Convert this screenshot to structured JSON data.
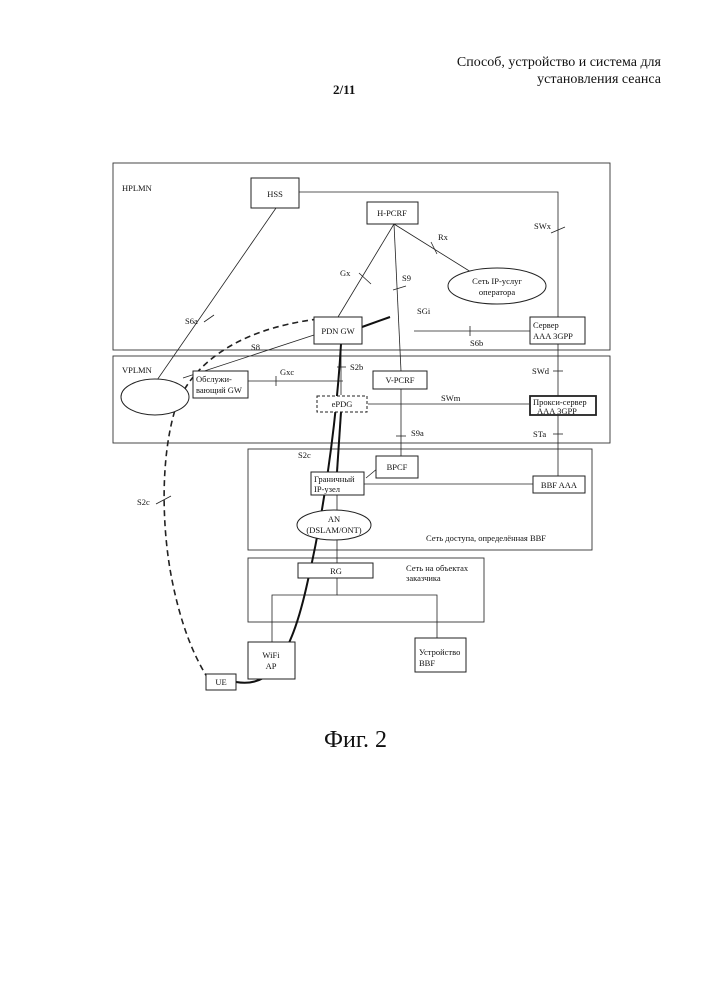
{
  "header": {
    "title_line1": "Способ, устройство и система для",
    "title_line2": "установления сеанса",
    "page": "2/11"
  },
  "diagram": {
    "regions": {
      "hplmn": "HPLMN",
      "vplmn": "VPLMN",
      "access": "Сеть доступа, определённая BBF",
      "customer_line1": "Сеть на объектах",
      "customer_line2": "заказчика"
    },
    "nodes": {
      "hss": "HSS",
      "h_pcrf": "H-PCRF",
      "ip_services_line1": "Сеть IP-услуг",
      "ip_services_line2": "оператора",
      "pdn_gw": "PDN GW",
      "aaa_server_line1": "Сервер",
      "aaa_server_line2": "AAA 3GPP",
      "serving_gw_line1": "Обслужи-",
      "serving_gw_line2": "вающий GW",
      "v_pcrf": "V-PCRF",
      "epdg": "ePDG",
      "aaa_proxy_line1": "Прокси-сервер",
      "aaa_proxy_line2": "AAA 3GPP",
      "bpcf": "BPCF",
      "border_ip_line1": "Граничный",
      "border_ip_line2": "IP-узел",
      "bbf_aaa": "BBF AAA",
      "an_line1": "AN",
      "an_line2": "(DSLAM/ONT)",
      "rg": "RG",
      "wifi_line1": "WiFi",
      "wifi_line2": "AP",
      "bbf_device_line1": "Устройство",
      "bbf_device_line2": "BBF",
      "ue": "UE"
    },
    "interfaces": {
      "swx": "SWx",
      "rx": "Rx",
      "gx": "Gx",
      "s9": "S9",
      "sgi": "SGi",
      "s6a": "S6a",
      "s6b": "S6b",
      "s8": "S8",
      "s2b": "S2b",
      "gxc": "Gxc",
      "swd": "SWd",
      "swm": "SWm",
      "s9a": "S9a",
      "sta": "STa",
      "s2c_top": "S2c",
      "s2c_left": "S2c"
    }
  },
  "caption": "Фиг. 2"
}
